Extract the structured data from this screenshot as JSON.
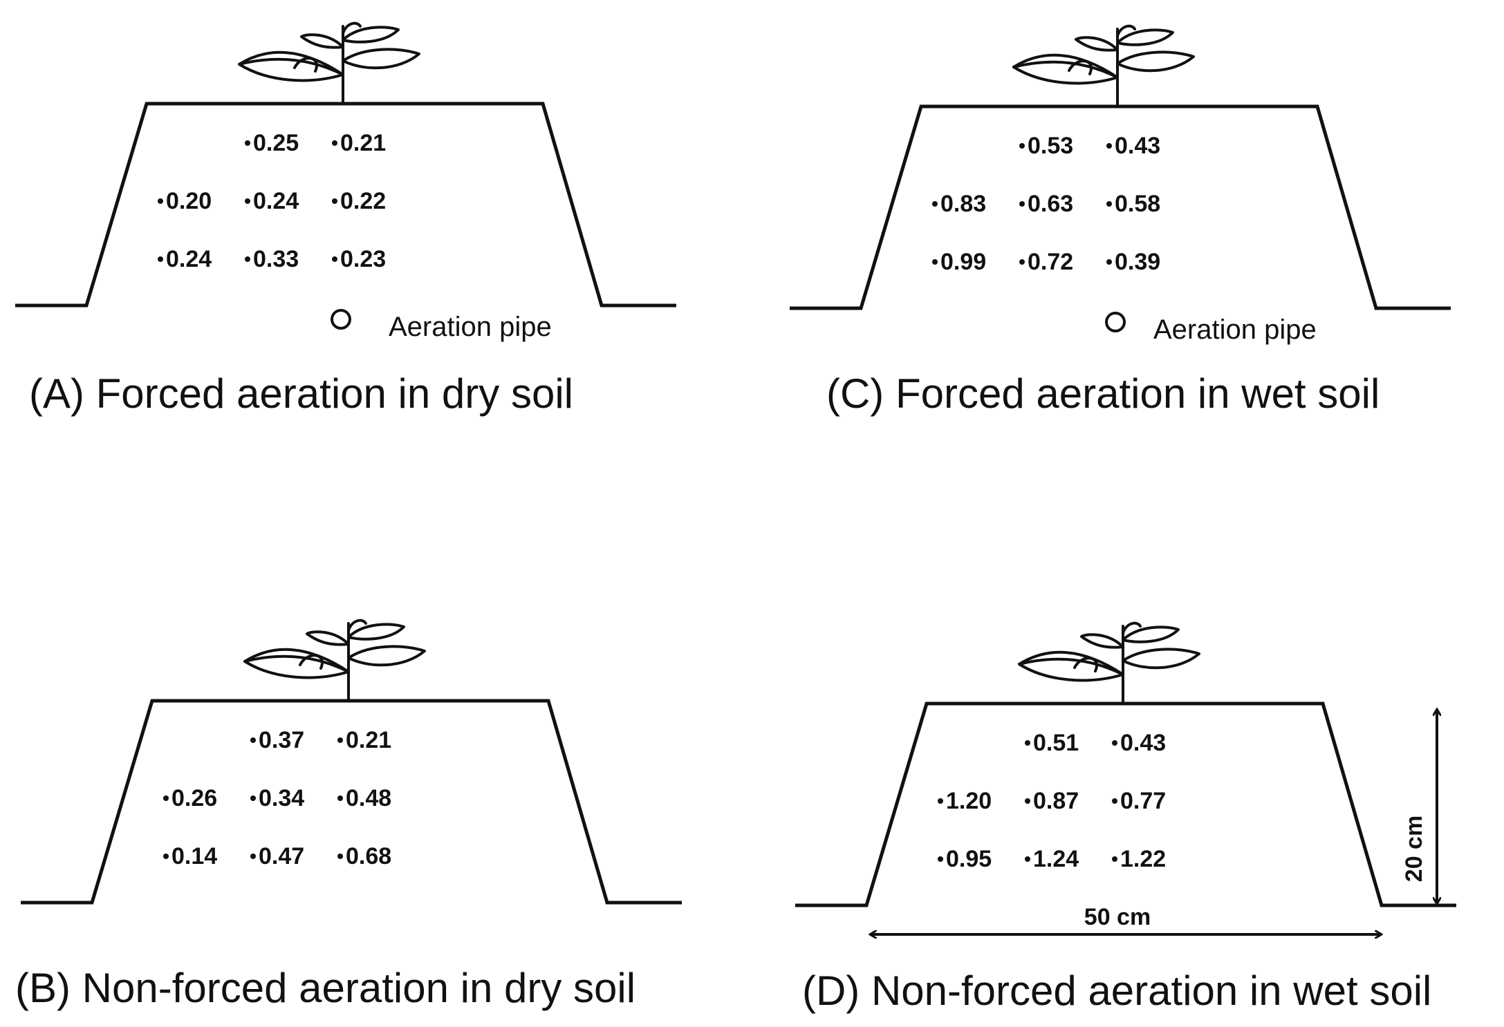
{
  "panels": [
    {
      "id": "A",
      "caption": "(A) Forced aeration in dry soil",
      "pipe_label": "Aeration pipe",
      "rows": [
        [
          "",
          "0.25",
          "0.21"
        ],
        [
          "0.20",
          "0.24",
          "0.22"
        ],
        [
          "0.24",
          "0.33",
          "0.23"
        ]
      ]
    },
    {
      "id": "C",
      "caption": "(C) Forced aeration in wet soil",
      "pipe_label": "Aeration pipe",
      "rows": [
        [
          "",
          "0.53",
          "0.43"
        ],
        [
          "0.83",
          "0.63",
          "0.58"
        ],
        [
          "0.99",
          "0.72",
          "0.39"
        ]
      ]
    },
    {
      "id": "B",
      "caption": "(B) Non-forced aeration in dry soil",
      "pipe_label": "",
      "rows": [
        [
          "",
          "0.37",
          "0.21"
        ],
        [
          "0.26",
          "0.34",
          "0.48"
        ],
        [
          "0.14",
          "0.47",
          "0.68"
        ]
      ]
    },
    {
      "id": "D",
      "caption": "(D) Non-forced aeration in wet soil",
      "pipe_label": "",
      "rows": [
        [
          "",
          "0.51",
          "0.43"
        ],
        [
          "1.20",
          "0.87",
          "0.77"
        ],
        [
          "0.95",
          "1.24",
          "1.22"
        ]
      ]
    }
  ],
  "dimensions": {
    "height_label": "20 cm",
    "width_label": "50 cm"
  }
}
